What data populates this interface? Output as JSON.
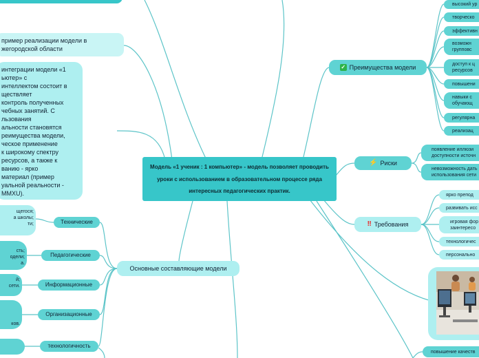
{
  "central": {
    "text": "Модель «1 ученик : 1 компьютер» - модель позволяет проводить уроки с использованием в образовательном процессе ряда интересных педагогических практик."
  },
  "left": {
    "example": "пример реализации модели в\nжегородской области",
    "integration": "интеграции модели «1\nьютер» с\nинтеллектом состоит в\nществляет\nконтроль полученных\nчебных занятий. С\nльзования\nальности становятся\nреимущества модели,\nческое применение\nк широкому спектру\nресурсов, а также к\nванию - ярко\nматериал (пример\nуальной реальности -\nMMXU).",
    "components": "Основные составляющие модели",
    "categories": [
      "Технические",
      "Педагогические",
      "Информационные",
      "Организационные",
      "технологичность"
    ],
    "frag_tech": "щегося;\nа школы;\nти;",
    "frag_ped": "сть;\nодели;\nа.",
    "frag_info": "й;\nсети.",
    "frag_org": "ков."
  },
  "right": {
    "advantages": {
      "title": "Преимущества модели",
      "items": [
        "высокий ур",
        "творческо",
        "эффективн",
        "возможн\nгрупповс",
        "доступ к ц\nресурсов",
        "повышени",
        "навыки с\nобучающ",
        "регулярна",
        "реализац"
      ]
    },
    "risks": {
      "title": "Риски",
      "items": [
        "появление иллюзи\nдоступности источн",
        "невозможность дать\nиспользования сети"
      ]
    },
    "requirements": {
      "title": "Требования",
      "items": [
        "ярко препод",
        "развивать исс",
        "игровая фор\nзаинтересо",
        "технологичес",
        "персонально"
      ]
    },
    "bottom": "повышение качеств"
  },
  "colors": {
    "node": "#5fd3d3",
    "light": "#aeeff0",
    "central": "#37c6c9",
    "line": "#5cc4c8"
  }
}
